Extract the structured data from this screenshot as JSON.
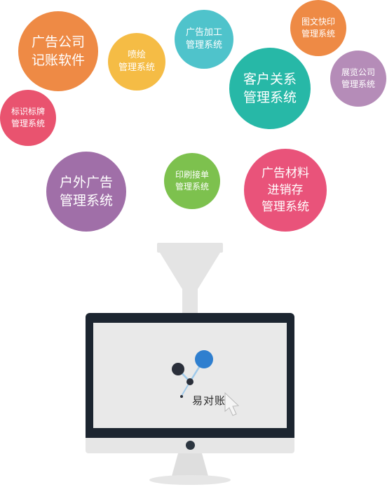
{
  "bubbles": [
    {
      "id": "accounting",
      "lines": [
        "广告公司",
        "记账软件"
      ],
      "color": "#ee8a45"
    },
    {
      "id": "inkjet",
      "lines": [
        "喷绘",
        "管理系统"
      ],
      "color": "#f5bc45"
    },
    {
      "id": "ad-processing",
      "lines": [
        "广告加工",
        "管理系统"
      ],
      "color": "#4fc3cb"
    },
    {
      "id": "quick-print",
      "lines": [
        "图文快印",
        "管理系统"
      ],
      "color": "#ee8a45"
    },
    {
      "id": "crm",
      "lines": [
        "客户关系",
        "管理系统"
      ],
      "color": "#27b8a7"
    },
    {
      "id": "exhibition",
      "lines": [
        "展览公司",
        "管理系统"
      ],
      "color": "#b58cb8"
    },
    {
      "id": "signage",
      "lines": [
        "标识标牌",
        "管理系统"
      ],
      "color": "#e9536f"
    },
    {
      "id": "outdoor",
      "lines": [
        "户外广告",
        "管理系统"
      ],
      "color": "#a06fa8"
    },
    {
      "id": "print-order",
      "lines": [
        "印刷接单",
        "管理系统"
      ],
      "color": "#7dc14e"
    },
    {
      "id": "materials",
      "lines": [
        "广告材料",
        "进销存",
        "管理系统"
      ],
      "color": "#e9537a"
    }
  ],
  "colors": {
    "funnel": "#e4e4e4",
    "bezel": "#1c2530",
    "screen": "#e9e9e9",
    "logo_blue": "#2f7fcf",
    "logo_dark": "#2a2f3a",
    "logo_line": "#9ec9ea"
  },
  "monitor": {
    "brand_name": "易对账"
  }
}
